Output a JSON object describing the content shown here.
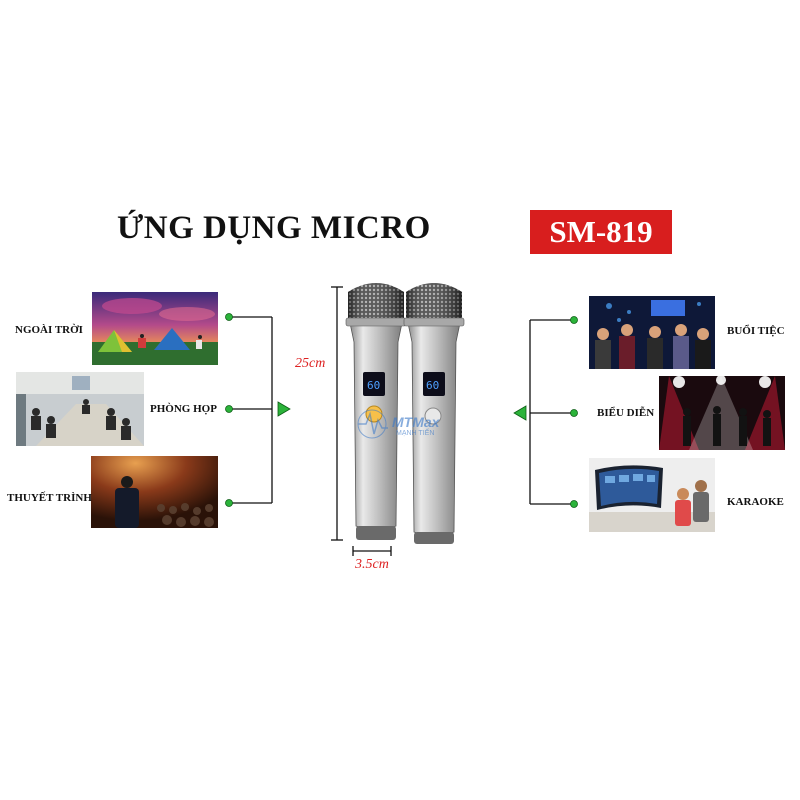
{
  "title": "ỨNG DỤNG MICRO",
  "model": "SM-819",
  "left_uses": [
    "NGOÀI TRỜI",
    "PHÒNG HỌP",
    "THUYẾT TRÌNH"
  ],
  "right_uses": [
    "BUỔI TIỆC",
    "BIỂU DIỄN",
    "KARAOKE"
  ],
  "height_dim": "25cm",
  "width_dim": "3.5cm",
  "watermark": {
    "brand": "MTMax",
    "sub": "MẠNH TIẾN"
  },
  "colors": {
    "badge": "#d81e1e",
    "node": "#2bb33a",
    "line": "#111111",
    "dim_text": "#d22222"
  }
}
